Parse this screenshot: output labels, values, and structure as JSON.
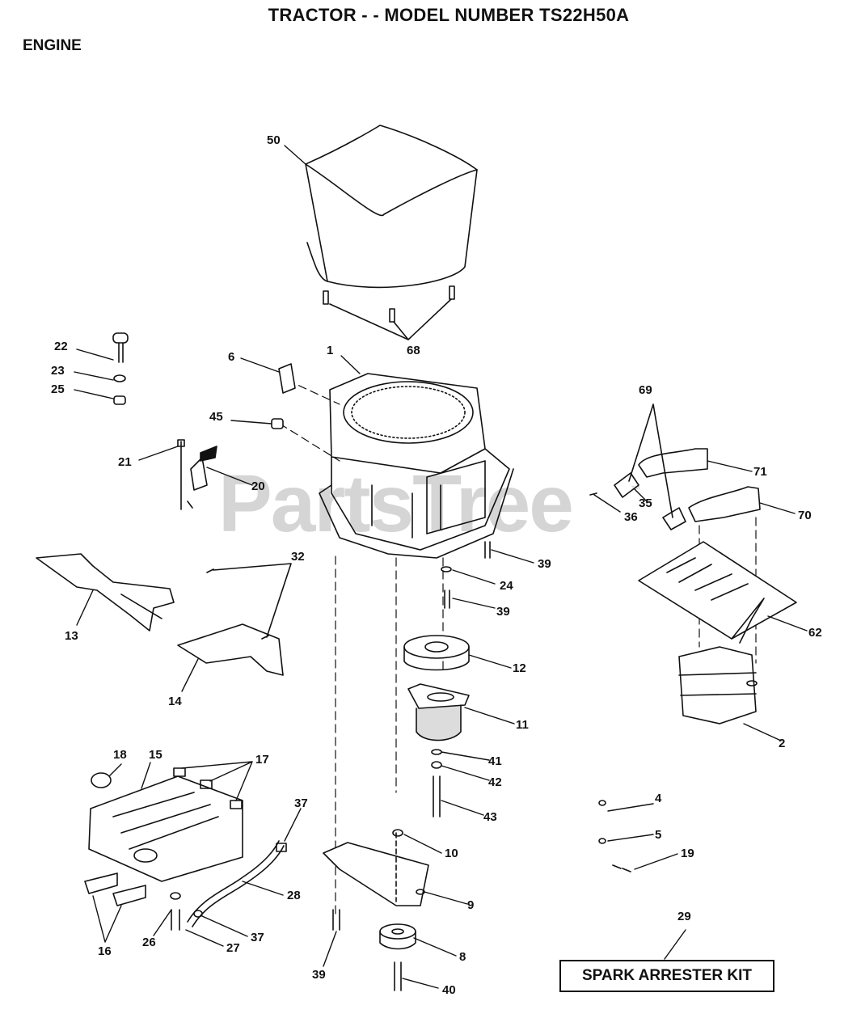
{
  "header": {
    "title": "TRACTOR - - MODEL NUMBER TS22H50A",
    "section": "ENGINE"
  },
  "watermark": {
    "text": "PartsTree",
    "mark": "™"
  },
  "kit_label": "SPARK ARRESTER KIT",
  "callouts": {
    "c50": "50",
    "c68": "68",
    "c1": "1",
    "c6": "6",
    "c22": "22",
    "c23": "23",
    "c25": "25",
    "c45": "45",
    "c21": "21",
    "c20": "20",
    "c69": "69",
    "c71": "71",
    "c35": "35",
    "c36": "36",
    "c70": "70",
    "c32": "32",
    "c39a": "39",
    "c24": "24",
    "c39b": "39",
    "c13": "13",
    "c62": "62",
    "c12": "12",
    "c14": "14",
    "c11": "11",
    "c2": "2",
    "c41": "41",
    "c42": "42",
    "c43": "43",
    "c18": "18",
    "c15": "15",
    "c17": "17",
    "c37a": "37",
    "c4": "4",
    "c5": "5",
    "c19": "19",
    "c10": "10",
    "c28": "28",
    "c9": "9",
    "c29": "29",
    "c16": "16",
    "c26": "26",
    "c27": "27",
    "c37b": "37",
    "c39c": "39",
    "c8": "8",
    "c40": "40"
  },
  "colors": {
    "ink": "#111111",
    "watermark": "#c8c8c8",
    "background": "#ffffff"
  }
}
